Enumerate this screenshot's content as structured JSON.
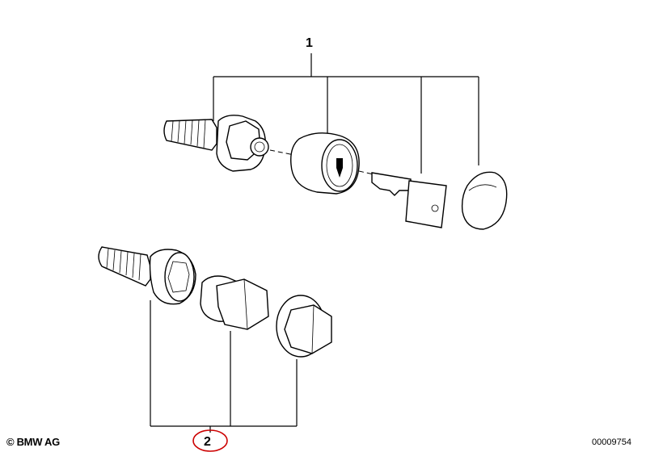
{
  "callouts": {
    "group1": "1",
    "group2": "2"
  },
  "footer": {
    "copyright": "© BMW AG",
    "diagram_number": "00009754"
  },
  "colors": {
    "line": "#000000",
    "background": "#ffffff",
    "highlight_circle": "#cc0000"
  }
}
